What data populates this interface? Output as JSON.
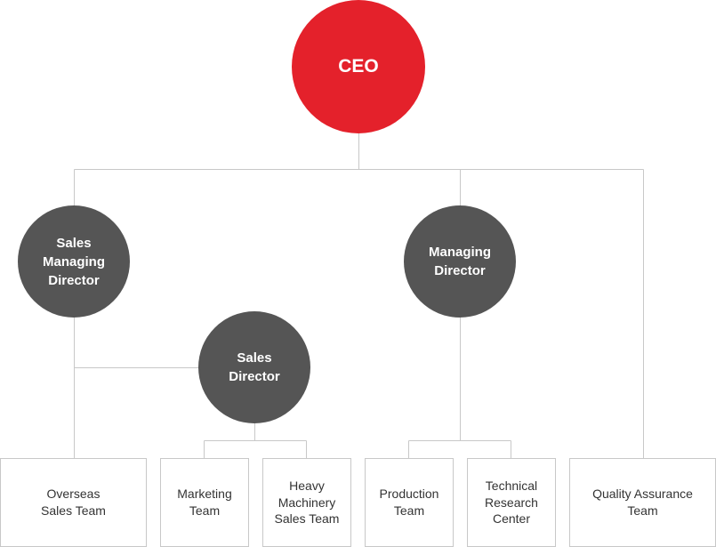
{
  "colors": {
    "ceo": "#e4212b",
    "director": "#555555",
    "team_border": "#c8c8c8",
    "connector": "#c8c8c8",
    "team_text": "#333333"
  },
  "org": {
    "ceo": "CEO",
    "sales_managing_director": "Sales\nManaging\nDirector",
    "managing_director": "Managing\nDirector",
    "sales_director": "Sales\nDirector",
    "teams": {
      "overseas_sales": "Overseas\nSales Team",
      "marketing": "Marketing\nTeam",
      "heavy_machinery_sales": "Heavy\nMachinery\nSales Team",
      "production": "Production\nTeam",
      "technical_research": "Technical\nResearch\nCenter",
      "quality_assurance": "Quality Assurance\nTeam"
    }
  }
}
